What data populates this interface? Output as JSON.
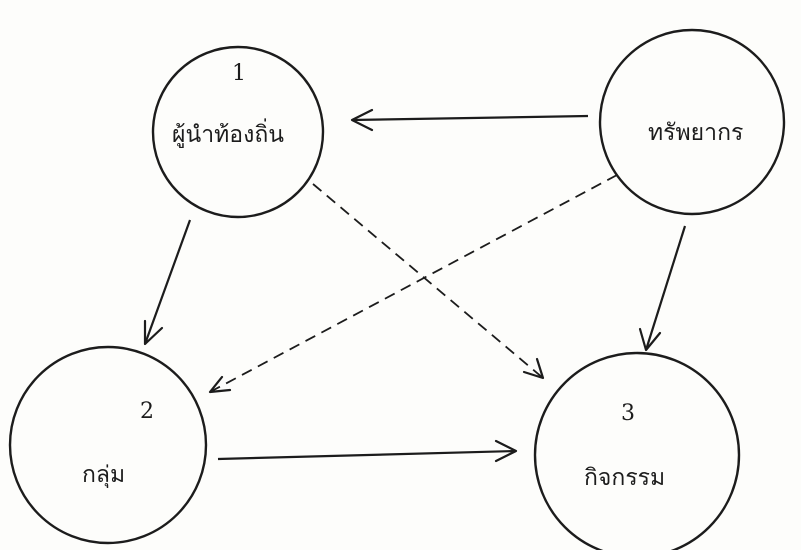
{
  "diagram": {
    "nodes": {
      "leaders": {
        "number": "1",
        "label": "ผู้นำท้องถิ่น"
      },
      "resources": {
        "number": "",
        "label": "ทรัพยากร"
      },
      "group": {
        "number": "2",
        "label": "กลุ่ม"
      },
      "activity": {
        "number": "3",
        "label": "กิจกรรม"
      }
    },
    "edges": [
      {
        "from": "resources",
        "to": "leaders",
        "style": "solid"
      },
      {
        "from": "leaders",
        "to": "group",
        "style": "solid"
      },
      {
        "from": "group",
        "to": "activity",
        "style": "solid"
      },
      {
        "from": "resources",
        "to": "activity",
        "style": "solid"
      },
      {
        "from": "leaders",
        "to": "activity",
        "style": "dashed"
      },
      {
        "from": "resources",
        "to": "group",
        "style": "dashed"
      }
    ],
    "colors": {
      "ink": "#1c1c1c",
      "paper": "#fdfdfb"
    }
  }
}
